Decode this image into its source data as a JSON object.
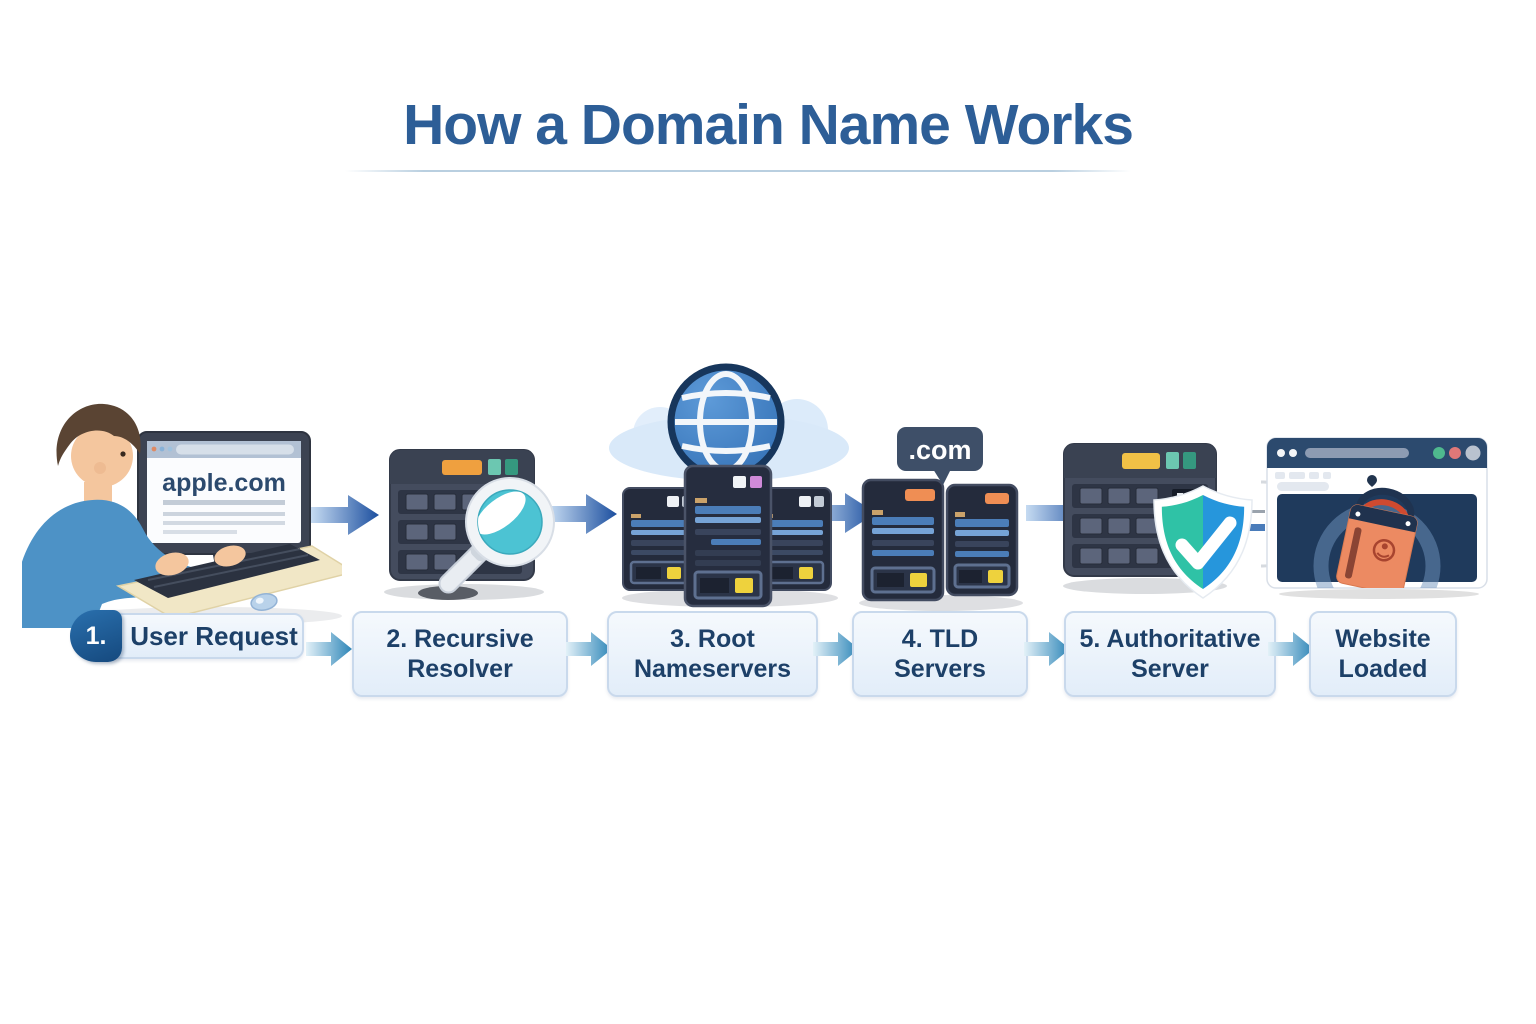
{
  "title": "How a Domain Name Works",
  "step1": {
    "badge": "1.",
    "label": "User Request",
    "screen_text": "apple.com"
  },
  "step2": {
    "line1": "2. Recursive",
    "line2": "Resolver"
  },
  "step3": {
    "line1": "3. Root",
    "line2": "Nameservers"
  },
  "step4": {
    "line1": "4. TLD",
    "line2": "Servers",
    "bubble_text": ".com"
  },
  "step5": {
    "line1": "5. Authoritative",
    "line2": "Server"
  },
  "step6": {
    "line1": "Website",
    "line2": "Loaded"
  },
  "icons": {
    "step1": "person-typing-at-monitor-icon",
    "step2": "server-with-magnifier-icon",
    "step3": "globe-cloud-server-cluster-icon",
    "step4": "server-pair-with-com-bubble-icon",
    "step5": "server-with-shield-check-icon",
    "step6": "browser-window-shopping-bag-icon",
    "flow": "right-arrow-icon"
  },
  "colors": {
    "title_blue": "#2d5e97",
    "label_text": "#1d4068",
    "label_box_bg": "#e9f1fb",
    "label_box_border": "#c9d9ec",
    "badge_bg": "#1e5c94",
    "arrow_blue_dark": "#1c4f9f",
    "arrow_blue_light": "#c6dbf2",
    "flow_arrow_teal": "#2e86b8",
    "server_slate": "#444c5e",
    "server_tower_navy": "#242b3c",
    "accent_orange": "#efa03f",
    "accent_teal_lens": "#4cc3d3",
    "accent_yellow": "#eed23d",
    "shield_teal": "#2fc2a6",
    "shield_blue": "#2696dc",
    "browser_navy": "#2c4a6e",
    "bag_orange": "#ec8a62",
    "cloud_blue": "#d9e9f9"
  }
}
